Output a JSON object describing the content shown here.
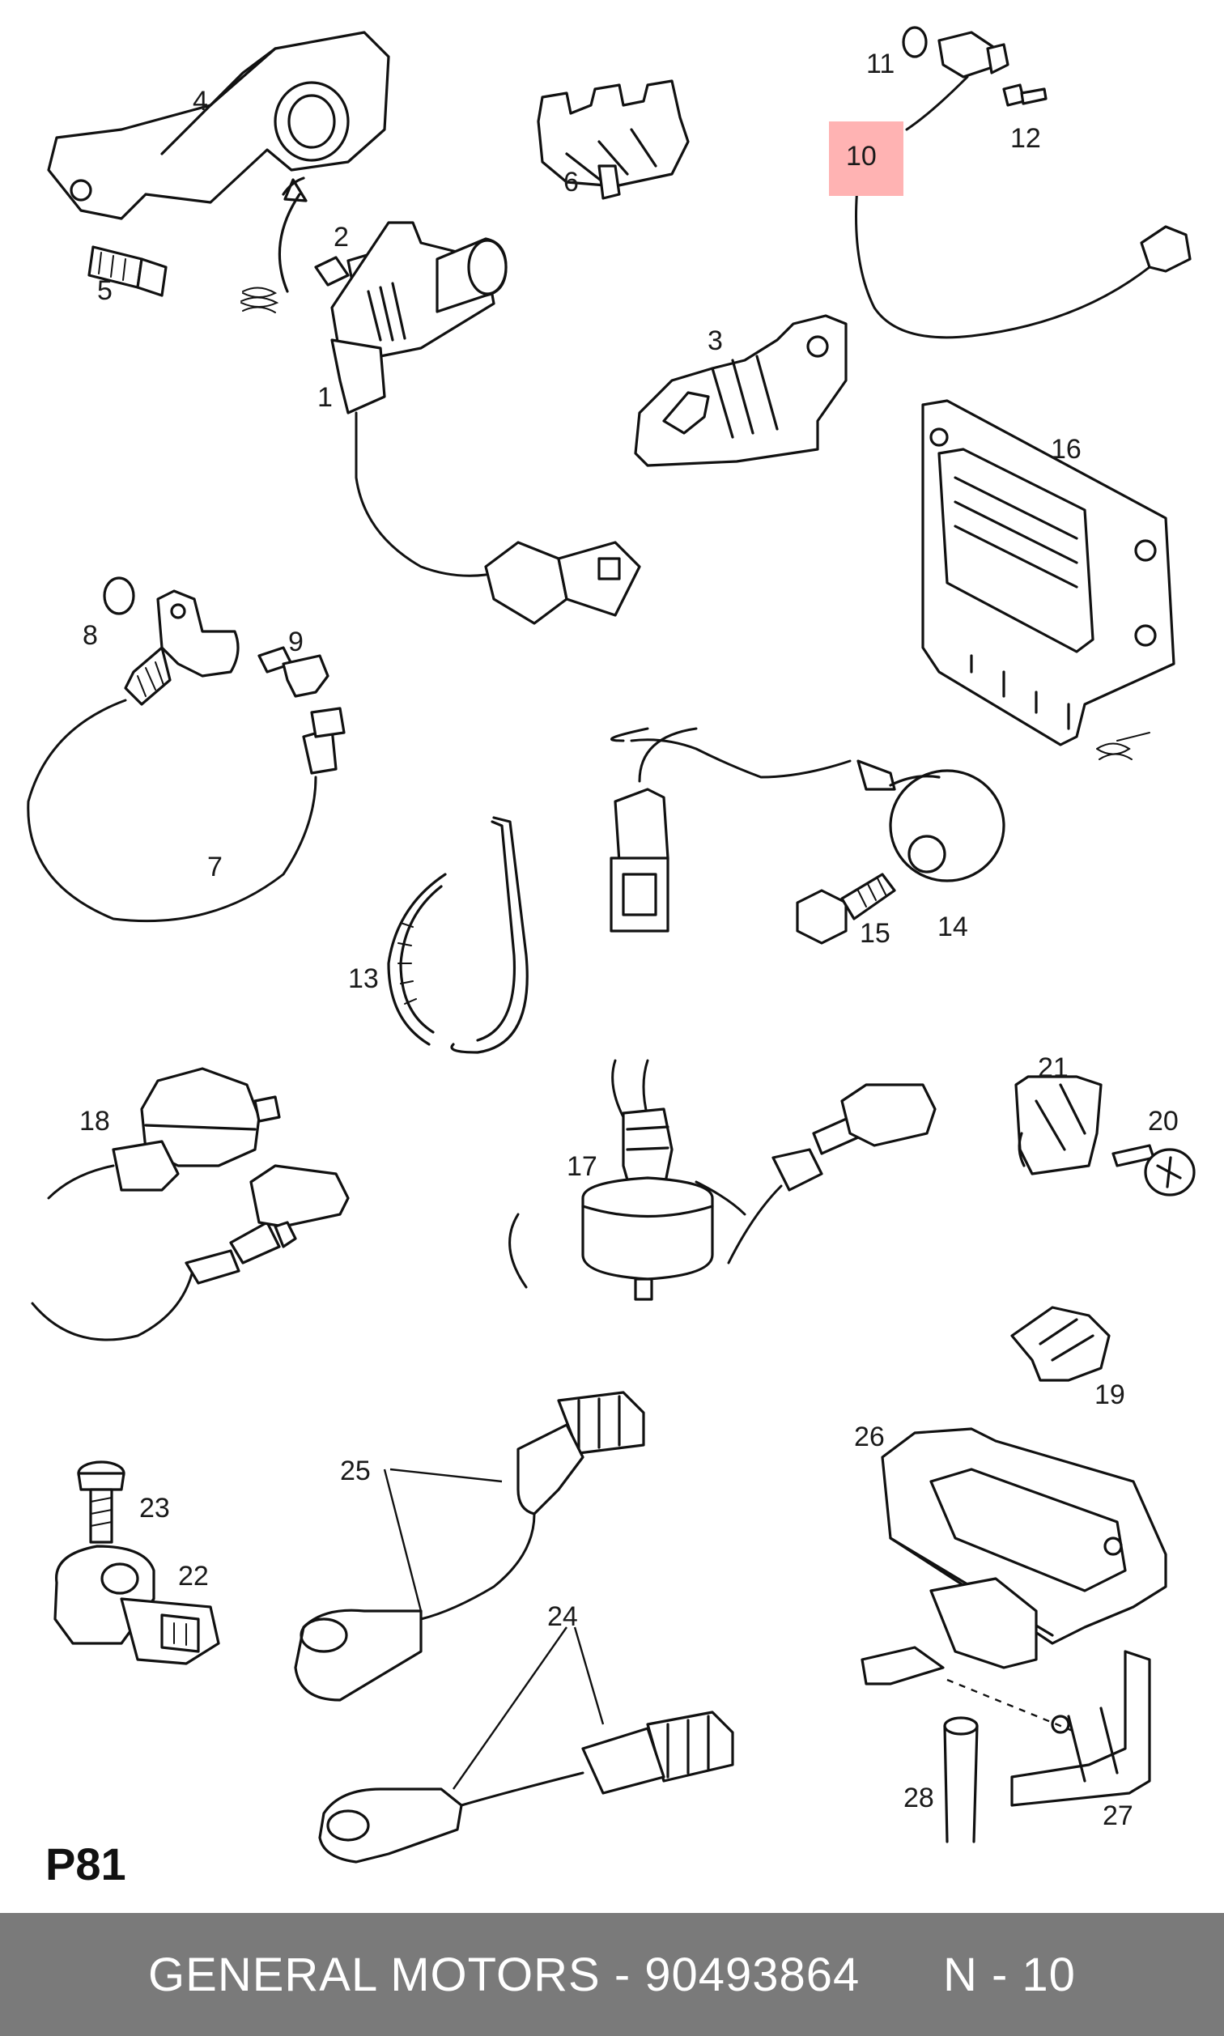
{
  "diagram": {
    "page_code": "P81",
    "highlight_color": "#ffb3b3",
    "callouts": [
      "1",
      "2",
      "3",
      "4",
      "5",
      "6",
      "7",
      "8",
      "9",
      "10",
      "11",
      "12",
      "13",
      "14",
      "15",
      "16",
      "17",
      "18",
      "19",
      "20",
      "21",
      "22",
      "23",
      "24",
      "25",
      "26",
      "27",
      "28"
    ],
    "highlighted_callout": "10"
  },
  "footer": {
    "brand": "GENERAL MOTORS",
    "separator": " - ",
    "part_number": "90493864",
    "position_label": "N - 10",
    "background_color": "#7a7a7a"
  }
}
